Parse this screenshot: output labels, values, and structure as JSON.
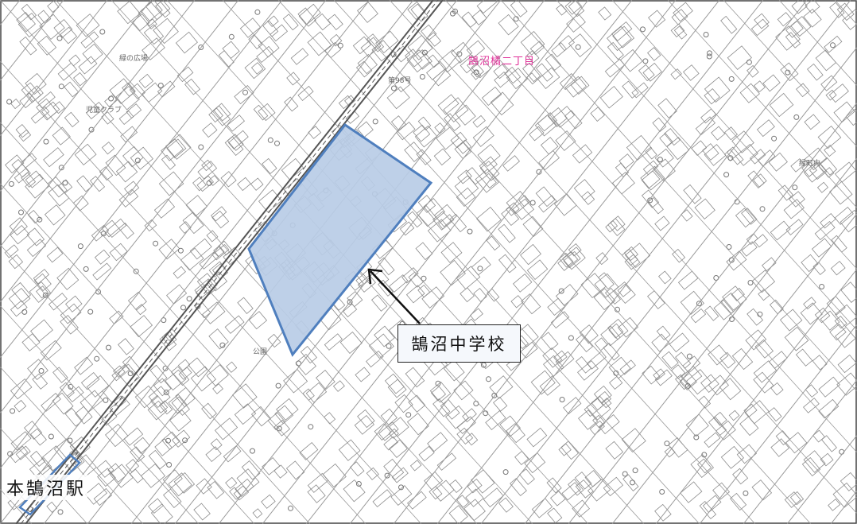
{
  "map": {
    "district_label": "鵠沼橘二丁目",
    "school_label": "鵠沼中学校",
    "station_label": "本鵠沼駅",
    "colors": {
      "highlight_fill": "#b8cce6",
      "highlight_stroke": "#4f7fbe",
      "district_text": "#e0339a",
      "road": "#888888",
      "railway": "#555555"
    }
  }
}
